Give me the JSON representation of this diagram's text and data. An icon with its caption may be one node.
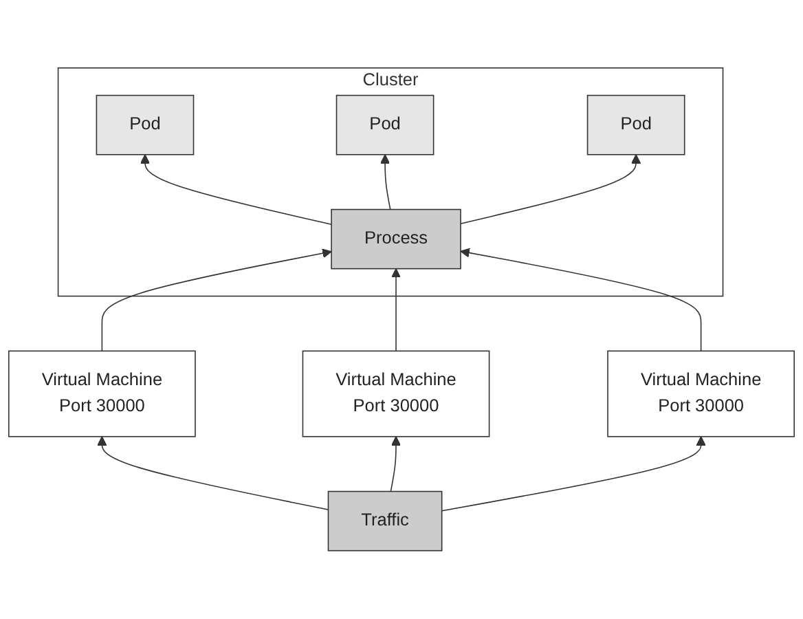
{
  "diagram": {
    "nodes": [
      {
        "text": [
          "Cluster"
        ]
      },
      {
        "text": [
          "Process"
        ],
        "in": 0
      },
      {
        "text": [
          "Pod"
        ],
        "in": 0
      },
      {
        "text": [
          "Pod"
        ],
        "in": 0
      },
      {
        "text": [
          "Pod"
        ],
        "in": 0
      },
      {
        "text": [
          "Virtual Machine",
          "Port 30000"
        ]
      },
      {
        "text": [
          "Virtual Machine",
          "Port 30000"
        ]
      },
      {
        "text": [
          "Virtual Machine",
          "Port 30000"
        ]
      },
      {
        "text": [
          "Traffic"
        ]
      }
    ],
    "edges": [
      {
        "from": 1,
        "to": 2,
        "arrow": "to"
      },
      {
        "from": 1,
        "to": 3,
        "arrow": "to"
      },
      {
        "from": 1,
        "to": 4,
        "arrow": "to"
      },
      {
        "from": 8,
        "to": 5,
        "arrow": "to"
      },
      {
        "from": 8,
        "to": 6,
        "arrow": "to"
      },
      {
        "from": 8,
        "to": 7,
        "arrow": "to"
      },
      {
        "from": 5,
        "to": 1,
        "arrow": "to"
      },
      {
        "from": 6,
        "to": 1,
        "arrow": "to"
      },
      {
        "from": 7,
        "to": 1,
        "arrow": "to"
      }
    ]
  }
}
